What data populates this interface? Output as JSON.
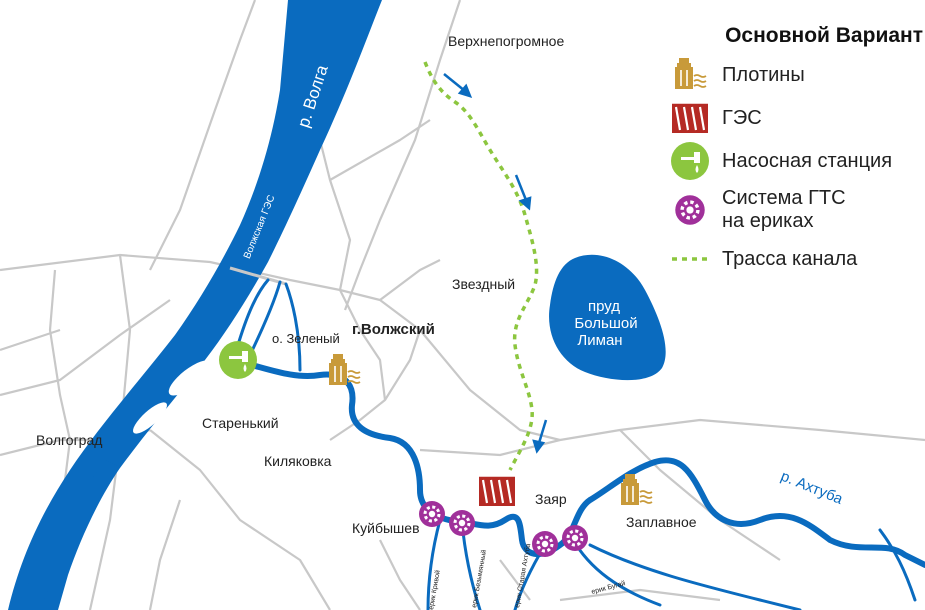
{
  "colors": {
    "water": "#0a6bbf",
    "road": "#c8c8c8",
    "canal": "#8cc63f",
    "pump": "#8cc63f",
    "gts": "#a0309a",
    "dam": "#c89a3a",
    "ges": "#b52a24"
  },
  "map": {
    "river_volga": "р. Волга",
    "river_akhtuba": "р. Ахтуба",
    "volzhskaya_ges": "Волжская ГЭС",
    "pond_name": "пруд\nБольшой\nЛиман",
    "pond_line1": "пруд",
    "pond_line2": "Большой",
    "pond_line3": "Лиман",
    "places": {
      "verkhnepogromnoe": "Верхнепогромное",
      "zvezdny": "Звездный",
      "volzhsky": "г.Волжский",
      "ostrov_zeleny": "о. Зеленый",
      "stareny": "Старенький",
      "volgograd": "Волгоград",
      "kilyakovka": "Киляковка",
      "kuibyshev": "Куйбышев",
      "zayar": "Заяр",
      "zaplavnoe": "Заплавное"
    },
    "eriki": {
      "erik_1": "ерик Кривой",
      "erik_2": "ерик Безымянный",
      "erik_3": "ерик Старая Ахтуба",
      "erik_4": "ерик Бугай"
    }
  },
  "legend": {
    "title": "Основной Вариант",
    "items": [
      {
        "icon": "dam-icon",
        "label": "Плотины"
      },
      {
        "icon": "ges-icon",
        "label": "ГЭС"
      },
      {
        "icon": "pump-station-icon",
        "label": "Насосная станция"
      },
      {
        "icon": "gts-gear-icon",
        "label": "Система ГТС\nна ериках"
      },
      {
        "icon": "canal-route-icon",
        "label": "Трасса канала"
      }
    ]
  }
}
